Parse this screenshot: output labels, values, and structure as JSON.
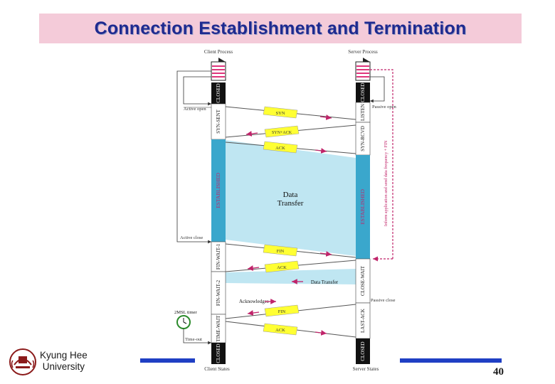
{
  "slide": {
    "title": "Connection Establishment and Termination",
    "page_number": "40",
    "university_line1": "Kyung Hee",
    "university_line2": "University"
  },
  "diagram": {
    "client_process": "Client Process",
    "server_process": "Server Process",
    "client_states_label": "Client States",
    "server_states_label": "Server States",
    "client_states": [
      "CLOSED",
      "SYN-SENT",
      "ESTABLISHED",
      "FIN-WAIT-1",
      "FIN-WAIT-2",
      "TIME-WAIT",
      "CLOSED"
    ],
    "server_states": [
      "CLOSED",
      "LISTEN",
      "SYN-RCVD",
      "ESTABLISHED",
      "CLOSE-WAIT",
      "LAST-ACK",
      "CLOSED"
    ],
    "segments": [
      "SYN",
      "SYN+ACK",
      "ACK",
      "FIN",
      "ACK",
      "FIN",
      "ACK"
    ],
    "data_transfer": "Data Transfer",
    "data_transfer_line1": "Data",
    "data_transfer_line2": "Transfer",
    "acknowledges": "Acknowledges",
    "active_open": "Active open",
    "passive_open": "Passive open",
    "active_close": "Active close",
    "passive_close": "Passive close",
    "timer": "2MSL timer",
    "timeout": "Time-out",
    "server_note": "Inform application and send data frequency + FIN"
  },
  "colors": {
    "title_bg": "#f4cbd9",
    "title_text": "#1f2a8f",
    "segment": "#ffff33",
    "established": "#3aa7cc",
    "data_area": "#bfe6f2",
    "footer_line": "#1f3fc4"
  }
}
